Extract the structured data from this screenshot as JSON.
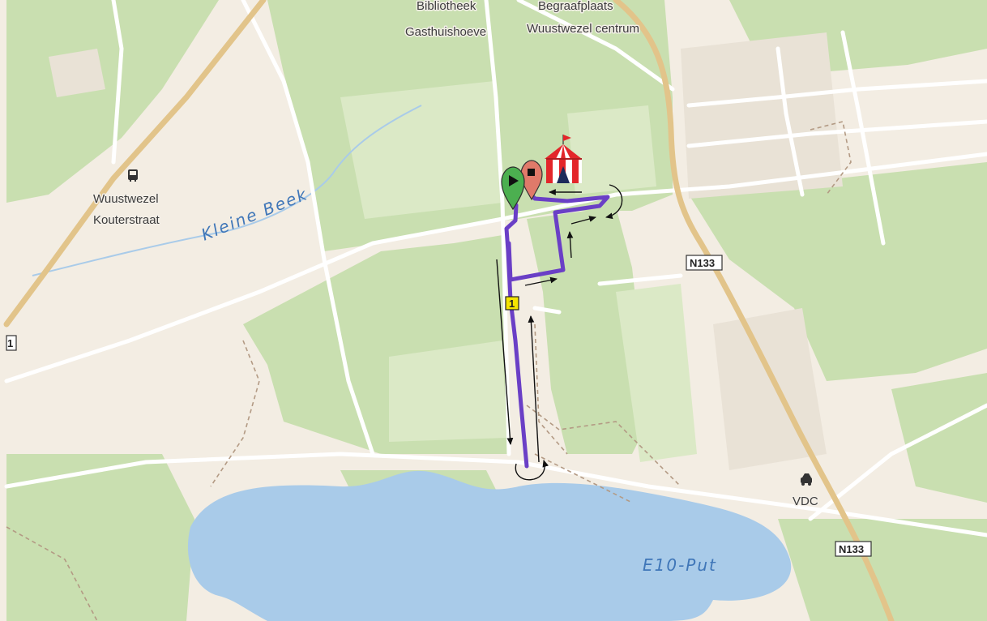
{
  "map": {
    "places": {
      "bibliotheek": "Bibliotheek",
      "begraafplaats": "Begraafplaats",
      "gasthuishoeve": "Gasthuishoeve",
      "centrum": "Wuustwezel centrum",
      "kouterstraat_line1": "Wuustwezel",
      "kouterstraat_line2": "Kouterstraat",
      "vdc": "VDC"
    },
    "water": {
      "stream": "Kleine Beek",
      "lake": "E10-Put"
    },
    "road_shields": {
      "n133_north": "N133",
      "n133_south": "N133",
      "edge_left": "1"
    },
    "route_marker": "1",
    "colors": {
      "route": "#6a3fc6",
      "start_marker": "#4caf50",
      "finish_marker": "#e07a6a",
      "water": "#a9cbe9",
      "forest": "#c9dfb0",
      "land": "#f3ede3",
      "main_road": "#e2c48a",
      "route_marker_bg": "#f4e400"
    },
    "icons": [
      "bus-stop-icon",
      "car-icon",
      "circus-tent-icon",
      "start-pin-icon",
      "finish-pin-icon"
    ]
  }
}
